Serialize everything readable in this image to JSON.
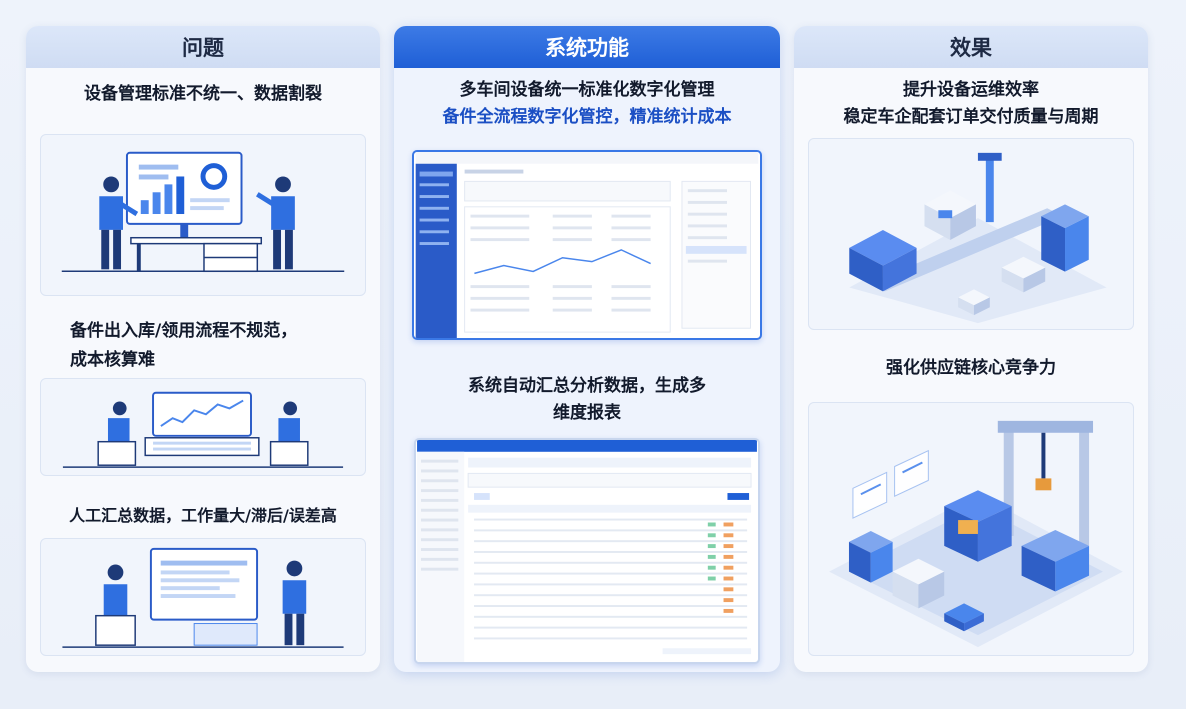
{
  "columns": {
    "problem": {
      "title": "问题",
      "items": [
        "设备管理标准不统一、数据割裂",
        "备件出入库/领用流程不规范，",
        "成本核算难",
        "人工汇总数据，工作量大/滞后/误差高"
      ]
    },
    "function": {
      "title": "系统功能",
      "lines": [
        "多车间设备统一标准化数字化管理",
        "备件全流程数字化管控，精准统计成本",
        "系统自动汇总分析数据，生成多",
        "维度报表"
      ]
    },
    "effect": {
      "title": "效果",
      "lines": [
        "提升设备运维效率",
        "稳定车企配套订单交付质量与周期",
        "强化供应链核心竞争力"
      ]
    }
  },
  "colors": {
    "accent": "#1f5fd6",
    "accent_light": "#4a86ec",
    "navy": "#1e3a78",
    "panel": "#f7f9fd"
  }
}
